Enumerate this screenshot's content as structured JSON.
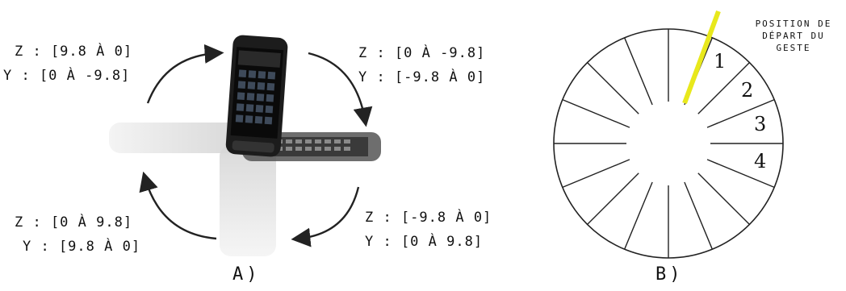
{
  "panel_a": {
    "caption": "A)",
    "labels": {
      "top_left": {
        "z": "Z : [9.8 À 0]",
        "y": "Y : [0 À -9.8]"
      },
      "top_right": {
        "z": "Z : [0 À -9.8]",
        "y": "Y : [-9.8 À 0]"
      },
      "bottom_left": {
        "z": "Z : [0 À 9.8]",
        "y": "Y : [9.8 À 0]"
      },
      "bottom_right": {
        "z": "Z : [-9.8 À 0]",
        "y": "Y : [0 À 9.8]"
      }
    },
    "phone_icons": [
      "phone-upright",
      "phone-face-down-right",
      "phone-face-down-left",
      "phone-upside-down"
    ]
  },
  "panel_b": {
    "caption": "B)",
    "start_label": {
      "line1": "Position de",
      "line2": "départ du",
      "line3": "geste"
    },
    "segment_count": 16,
    "segment_numbers": [
      "1",
      "2",
      "3",
      "4"
    ],
    "colors": {
      "start_marker": "#e8e81c",
      "outline": "#222222"
    }
  }
}
